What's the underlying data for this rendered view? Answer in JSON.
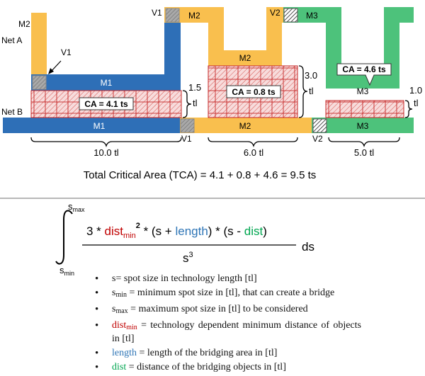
{
  "diagram": {
    "labels": {
      "net_a": "Net A",
      "net_b": "Net B",
      "m1": "M1",
      "m2": "M2",
      "m3": "M3",
      "v1": "V1",
      "v2": "V2"
    },
    "critical_areas": {
      "left": "CA = 4.1 ts",
      "middle": "CA = 0.8 ts",
      "right": "CA = 4.6 ts"
    },
    "heights": {
      "left_num": "1.5",
      "left_unit": "tl",
      "middle_num": "3.0",
      "middle_unit": "tl",
      "right_num": "1.0",
      "right_unit": "tl"
    },
    "widths": {
      "left": "10.0 tl",
      "middle": "6.0 tl",
      "right": "5.0 tl"
    },
    "total": "Total Critical Area (TCA) = 4.1 + 0.8 + 4.6 = 9.5 ts",
    "colors": {
      "m1": "#2e6fb7",
      "m2": "#f9bf4e",
      "m3": "#4dc27b",
      "ca_fill": "#f5d6d6",
      "ca_line": "#d33a3a"
    }
  },
  "formula": {
    "upper": "s",
    "upper_sub": "max",
    "lower": "s",
    "lower_sub": "min",
    "num_3": "3 * ",
    "dist": "dist",
    "min": "min",
    "sq": "2",
    "mult_open": " * (s + ",
    "length": "length",
    "close_mult_open": ") * (s - ",
    "dist2": "dist",
    "close": ")",
    "den": "s",
    "den_sup": "3",
    "ds": "ds"
  },
  "bullets": {
    "b1": "s= spot size in technology length [tl]",
    "b2_s": "s",
    "b2_sub": "min",
    "b2_rest": " = minimum spot size in [tl], that can create a bridge",
    "b3_s": "s",
    "b3_sub": "max",
    "b3_rest": " = maximum spot size in [tl] to be considered",
    "b4_a": "dist",
    "b4_sub": "min",
    "b4_rest": " = technology dependent minimum distance of objects in [tl]",
    "b5_a": "length",
    "b5_rest": " = length of the bridging area in [tl]",
    "b6_a": "dist",
    "b6_rest": " = distance of the bridging objects in [tl]"
  }
}
